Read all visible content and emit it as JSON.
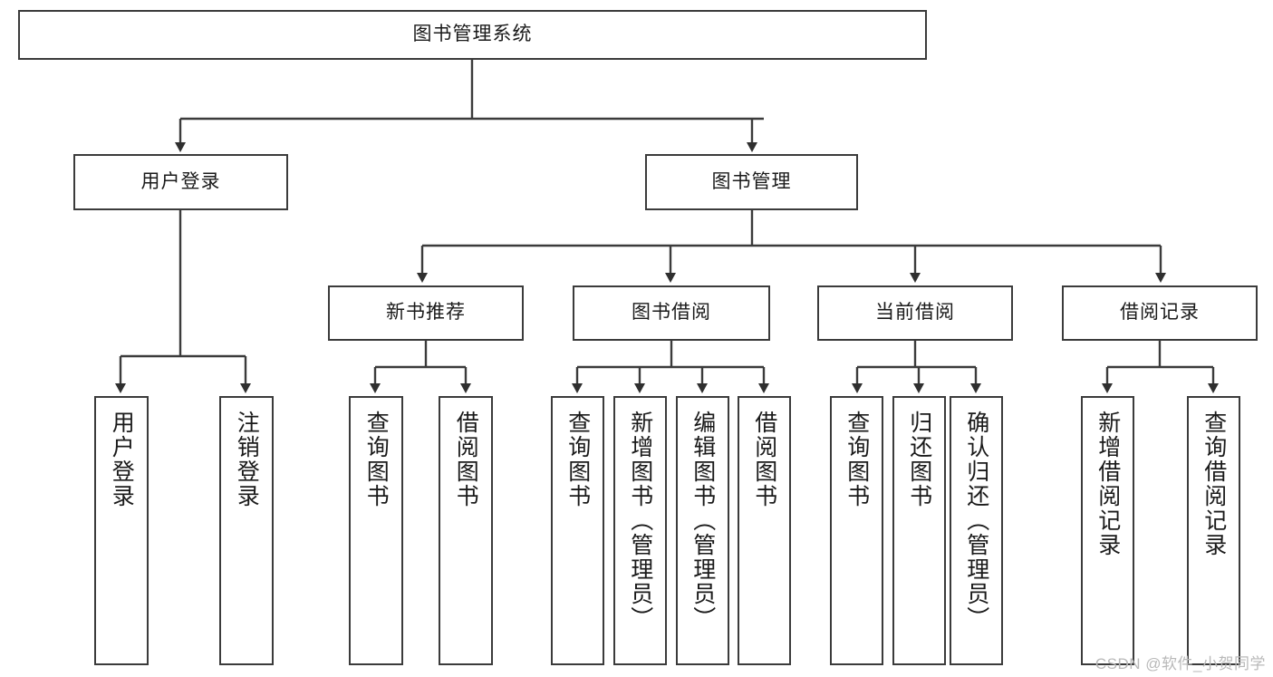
{
  "diagram": {
    "title": "图书管理系统",
    "watermark": "CSDN @软件_小贺同学",
    "line_color": "#3b3b3b",
    "box_fill": "#ffffff",
    "text_color": "#1a1a1a",
    "watermark_color": "#b9b9b9",
    "root": {
      "label": "图书管理系统"
    },
    "level2": [
      {
        "label": "用户登录"
      },
      {
        "label": "图书管理"
      }
    ],
    "level3": [
      {
        "label": "新书推荐"
      },
      {
        "label": "图书借阅"
      },
      {
        "label": "当前借阅"
      },
      {
        "label": "借阅记录"
      }
    ],
    "leaves": {
      "user_login": [
        {
          "label": "用户登录"
        },
        {
          "label": "注销登录"
        }
      ],
      "new_book_recommend": [
        {
          "label": "查询图书"
        },
        {
          "label": "借阅图书"
        }
      ],
      "book_borrow": [
        {
          "label": "查询图书"
        },
        {
          "label": "新增图书（管理员）"
        },
        {
          "label": "编辑图书（管理员）"
        },
        {
          "label": "借阅图书"
        }
      ],
      "current_borrow": [
        {
          "label": "查询图书"
        },
        {
          "label": "归还图书"
        },
        {
          "label": "确认归还（管理员）"
        }
      ],
      "borrow_records": [
        {
          "label": "新增借阅记录"
        },
        {
          "label": "查询借阅记录"
        }
      ]
    }
  }
}
